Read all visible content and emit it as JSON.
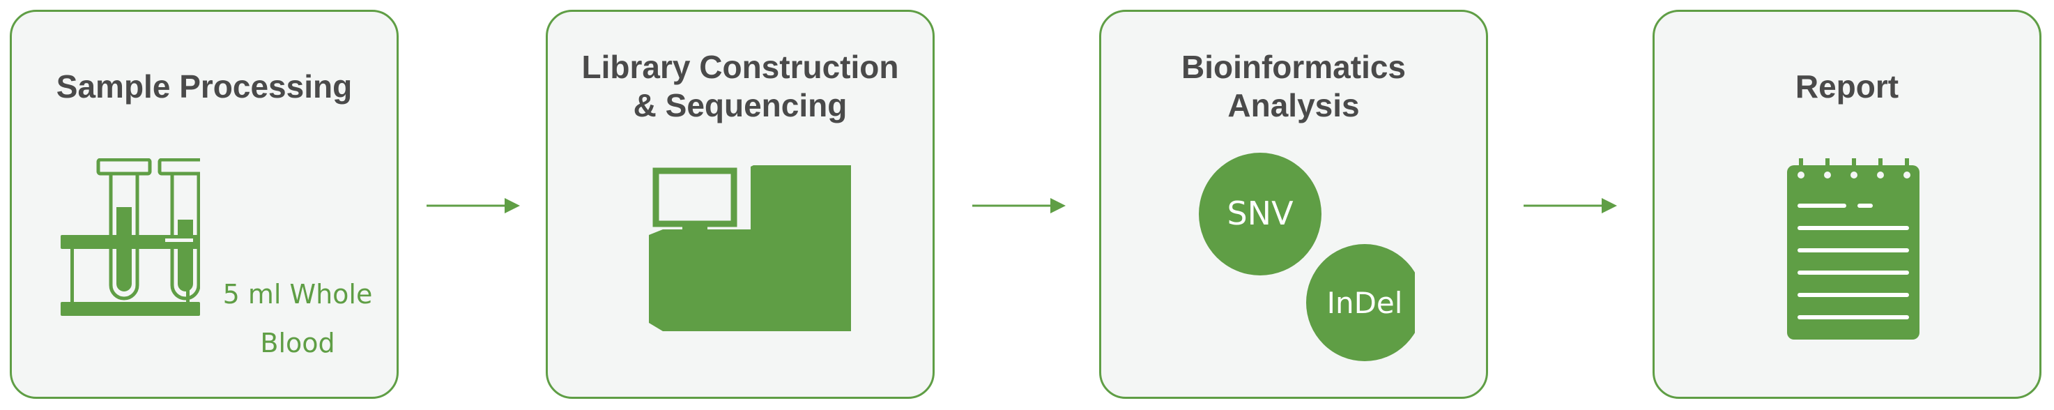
{
  "steps": [
    {
      "title_lines": [
        "Sample Processing"
      ],
      "caption_lines": [
        "5 ml Whole",
        "Blood"
      ]
    },
    {
      "title_lines": [
        "Library Construction",
        "& Sequencing"
      ]
    },
    {
      "title_lines": [
        "Bioinformatics",
        "Analysis"
      ],
      "bubbles": [
        "SNV",
        "InDel"
      ]
    },
    {
      "title_lines": [
        "Report"
      ]
    }
  ],
  "colors": {
    "accent": "#5f9e45",
    "card_bg": "#f4f6f5",
    "title": "#4a4a4a"
  },
  "icons": [
    "test-tubes-icon",
    "sequencer-icon",
    "variant-bubbles-icon",
    "report-notepad-icon"
  ]
}
